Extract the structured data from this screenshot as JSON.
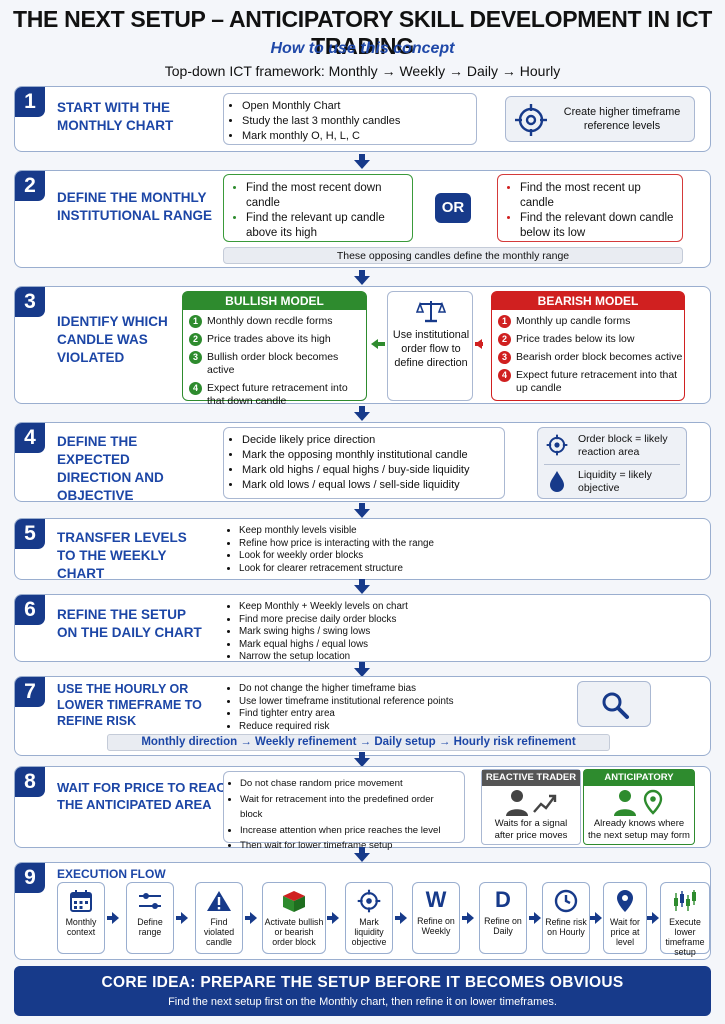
{
  "header": {
    "title": "THE NEXT SETUP – ANTICIPATORY SKILL DEVELOPMENT IN ICT TRADING",
    "subtitle": "How to use this concept",
    "framework": "Top-down ICT framework: Monthly → Weekly → Daily → Hourly"
  },
  "step1": {
    "num": "1",
    "title": "START WITH THE MONTHLY CHART",
    "bullets": [
      "Open Monthly Chart",
      "Study the last 3 monthly candles",
      "Mark monthly O, H, L, C"
    ],
    "icon_text": "Create higher timeframe reference levels",
    "icon": "target-icon"
  },
  "step2": {
    "num": "2",
    "title": "DEFINE THE MONTHLY INSTITUTIONAL RANGE",
    "green": [
      "Find the most recent down candle",
      "Find the relevant up candle above its high"
    ],
    "or": "OR",
    "red": [
      "Find the most recent up candle",
      "Find the relevant down candle below its low"
    ],
    "note": "These opposing candles define the monthly range"
  },
  "step3": {
    "num": "3",
    "title": "IDENTIFY WHICH CANDLE WAS VIOLATED",
    "bullish_title": "BULLISH MODEL",
    "bullish": [
      "Monthly down recdle forms",
      "Price trades above its high",
      "Bullish order block becomes active",
      "Expect future retracement into that down candle"
    ],
    "center": "Use institutional order flow to define direction",
    "center_icon": "scales-icon",
    "bearish_title": "BEARISH MODEL",
    "bearish": [
      "Monthly up candle forms",
      "Price trades below its low",
      "Bearish order block becomes active",
      "Expect future retracement into that up candle"
    ],
    "numbers": [
      "1",
      "2",
      "3",
      "4"
    ]
  },
  "step4": {
    "num": "4",
    "title": "DEFINE THE EXPECTED DIRECTION AND OBJECTIVE",
    "bullets": [
      "Decide likely price direction",
      "Mark the opposing monthly institutional candle",
      "Mark old highs / equal highs / buy-side liquidity",
      "Mark old lows / equal lows / sell-side liquidity"
    ],
    "legend_ob": "Order block = likely reaction area",
    "legend_liq": "Liquidity = likely objective"
  },
  "step5": {
    "num": "5",
    "title": "TRANSFER LEVELS TO THE WEEKLY CHART",
    "bullets": [
      "Keep monthly levels visible",
      "Refine how price is interacting with the range",
      "Look for weekly order blocks",
      "Look for clearer retracement structure"
    ]
  },
  "step6": {
    "num": "6",
    "title": "REFINE THE SETUP ON THE DAILY CHART",
    "bullets": [
      "Keep Monthly + Weekly levels on chart",
      "Find more precise daily order blocks",
      "Mark swing highs / swing lows",
      "Mark equal highs / equal lows",
      "Narrow the setup location"
    ]
  },
  "step7": {
    "num": "7",
    "title": "USE THE HOURLY OR LOWER TIMEFRAME TO REFINE RISK",
    "bullets": [
      "Do not change the higher timeframe bias",
      "Use lower timeframe institutional reference points",
      "Find tighter entry area",
      "Reduce required risk"
    ],
    "flow": "Monthly direction  →  Weekly refinement  →  Daily setup  →  Hourly risk refinement",
    "icon": "magnifier-icon"
  },
  "step8": {
    "num": "8",
    "title": "WAIT FOR PRICE TO REACH THE ANTICIPATED AREA",
    "bullets": [
      "Do not chase random price movement",
      "Wait for retracement into the predefined order block",
      "Increase attention when price reaches the level",
      "Then wait for lower timeframe setup"
    ],
    "reactive_title": "REACTIVE TRADER",
    "reactive_text": "Waits for a signal after price moves",
    "anticipatory_title": "ANTICIPATORY TRADER",
    "anticipatory_text": "Already knows where the next setup may form"
  },
  "step9": {
    "num": "9",
    "title": "EXECUTION FLOW",
    "items": [
      {
        "label": "Monthly context",
        "icon": "calendar-icon"
      },
      {
        "label": "Define range",
        "icon": "range-icon"
      },
      {
        "label": "Find violated candle",
        "icon": "warning-icon"
      },
      {
        "label": "Activate bullish or bearish order block",
        "icon": "cube-icon"
      },
      {
        "label": "Mark liquidity objective",
        "icon": "target-icon"
      },
      {
        "label": "Refine on Weekly",
        "icon": "letter-w-icon",
        "glyph": "W"
      },
      {
        "label": "Refine on Daily",
        "icon": "letter-d-icon",
        "glyph": "D"
      },
      {
        "label": "Refine risk on Hourly",
        "icon": "clock-icon"
      },
      {
        "label": "Wait for price at level",
        "icon": "pin-icon"
      },
      {
        "label": "Execute lower timeframe setup",
        "icon": "candles-icon"
      }
    ]
  },
  "core": {
    "title": "CORE IDEA: PREPARE THE SETUP BEFORE IT BECOMES OBVIOUS",
    "subtitle": "Find the next setup first on the Monthly chart, then refine it on lower timeframes."
  },
  "colors": {
    "navy": "#173a8a",
    "blue": "#1c46a6",
    "green": "#2e8b2e",
    "red": "#d02020"
  }
}
